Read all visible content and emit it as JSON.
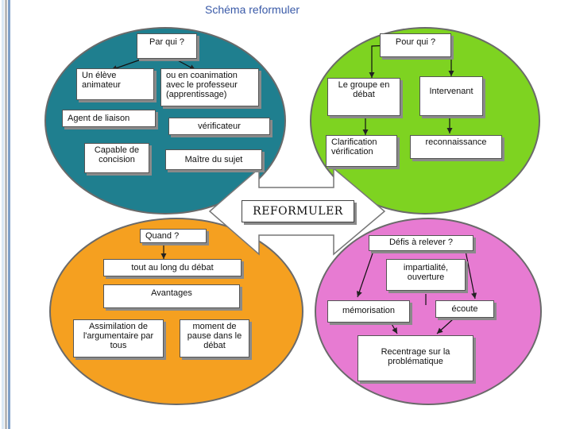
{
  "title": "Schéma reformuler",
  "colors": {
    "teal": "#1f7f8f",
    "green": "#7ed321",
    "orange": "#f5a020",
    "pink": "#e77bd2",
    "left_stripes": [
      "#d9e8f5",
      "#b9b9b9",
      "#7fa0c8"
    ]
  },
  "center": {
    "label": "REFORMULER"
  },
  "teal_section": {
    "par_qui": "Par qui ?",
    "eleve": "Un élève animateur",
    "coanimation": "ou en coanimation avec le professeur (apprentissage)",
    "agent": "Agent de liaison",
    "verificateur": "vérificateur",
    "concision": "Capable de concision",
    "maitre": "Maître du sujet"
  },
  "green_section": {
    "pour_qui": "Pour qui ?",
    "groupe": "Le groupe en débat",
    "intervenant": "Intervenant",
    "clarification": "Clarification vérification",
    "reconnaissance": "reconnaissance"
  },
  "orange_section": {
    "quand": "Quand ?",
    "tout_au_long": "tout au long du débat",
    "avantages": "Avantages",
    "assimilation": "Assimilation de l'argumentaire par tous",
    "pause": "moment de pause dans le débat"
  },
  "pink_section": {
    "defis": "Défis à relever ?",
    "impartialite": "impartialité, ouverture",
    "memorisation": "mémorisation",
    "ecoute": "écoute",
    "recentrage": "Recentrage sur la problématique"
  }
}
